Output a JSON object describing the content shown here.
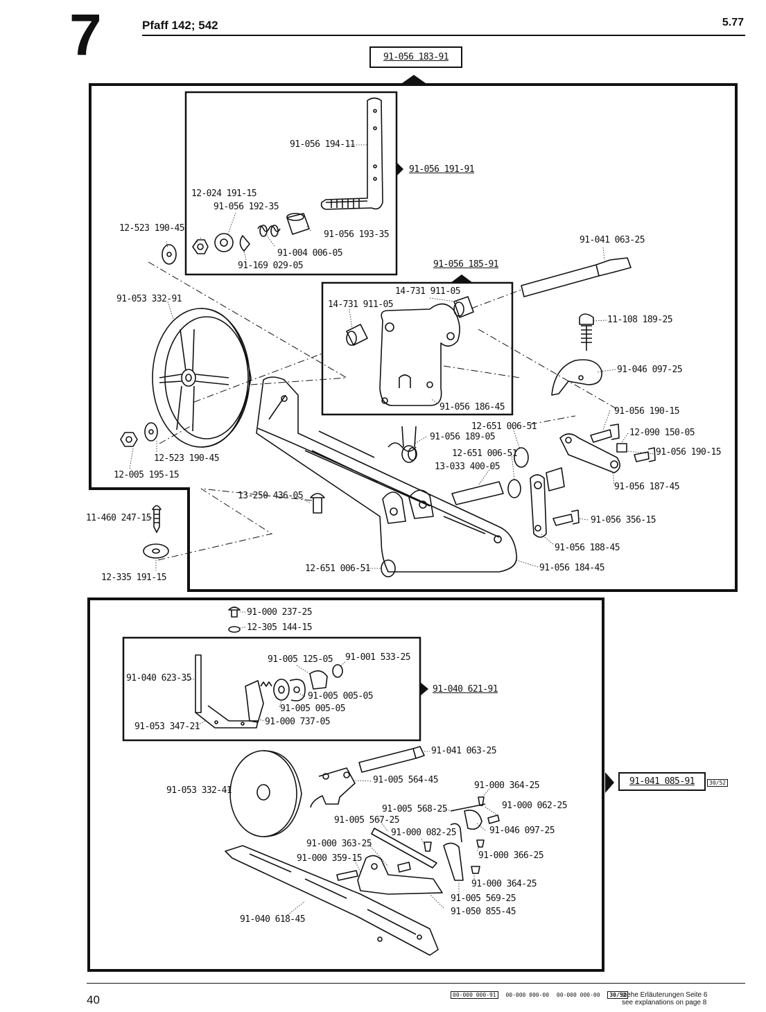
{
  "header": {
    "section_number": "7",
    "model": "Pfaff 142; 542",
    "date": "5.77"
  },
  "top_assembly": {
    "main_ref": "91-056 183-91",
    "sub_group_1": {
      "ref": "91-056 191-91",
      "parts": [
        "91-056 194-11",
        "12-024 191-15",
        "91-056 192-35",
        "91-056 193-35",
        "91-004 006-05",
        "91-169 029-05"
      ]
    },
    "sub_group_2": {
      "ref": "91-056 185-91",
      "parts": [
        "14-731 911-05",
        "14-731 911-05",
        "91-056 186-45"
      ]
    },
    "parts": [
      "12-523 190-45",
      "91-041 063-25",
      "91-053 332-91",
      "11-108 189-25",
      "91-046 097-25",
      "91-056 190-15",
      "12-651 006-51",
      "12-090 150-05",
      "91-056 190-15",
      "91-056 189-05",
      "12-651 006-51",
      "13-033 400-05",
      "91-056 187-45",
      "12-523 190-45",
      "12-005 195-15",
      "13-250 436-05",
      "11-460 247-15",
      "91-056 356-15",
      "91-056 188-45",
      "12-335 191-15",
      "12-651 006-51",
      "91-056 184-45"
    ]
  },
  "bottom_assembly": {
    "main_ref": "91-041 085-91",
    "main_ref_code": "30/52",
    "top_parts": [
      "91-000 237-25",
      "12-305 144-15"
    ],
    "sub_group": {
      "ref": "91-040 621-91",
      "parts": [
        "91-005 125-05",
        "91-001 533-25",
        "91-040 623-35",
        "91-005 005-05",
        "91-005 005-05",
        "91-053 347-21",
        "91-000 737-05"
      ]
    },
    "parts": [
      "91-041 063-25",
      "91-053 332-41",
      "91-005 564-45",
      "91-000 364-25",
      "91-005 568-25",
      "91-000 062-25",
      "91-005 567-25",
      "91-046 097-25",
      "91-000 082-25",
      "91-000 363-25",
      "91-000 366-25",
      "91-000 359-15",
      "91-000 364-25",
      "91-005 569-25",
      "91-050 855-45",
      "91-040 618-45"
    ]
  },
  "footer": {
    "page_number": "40",
    "codes": [
      "00-000 000-91",
      "00-000 000-00",
      "00-000 000-00",
      "30/52"
    ],
    "note_de": "siehe Erläuterungen Seite 6",
    "note_en": "see explanations on page 8"
  }
}
